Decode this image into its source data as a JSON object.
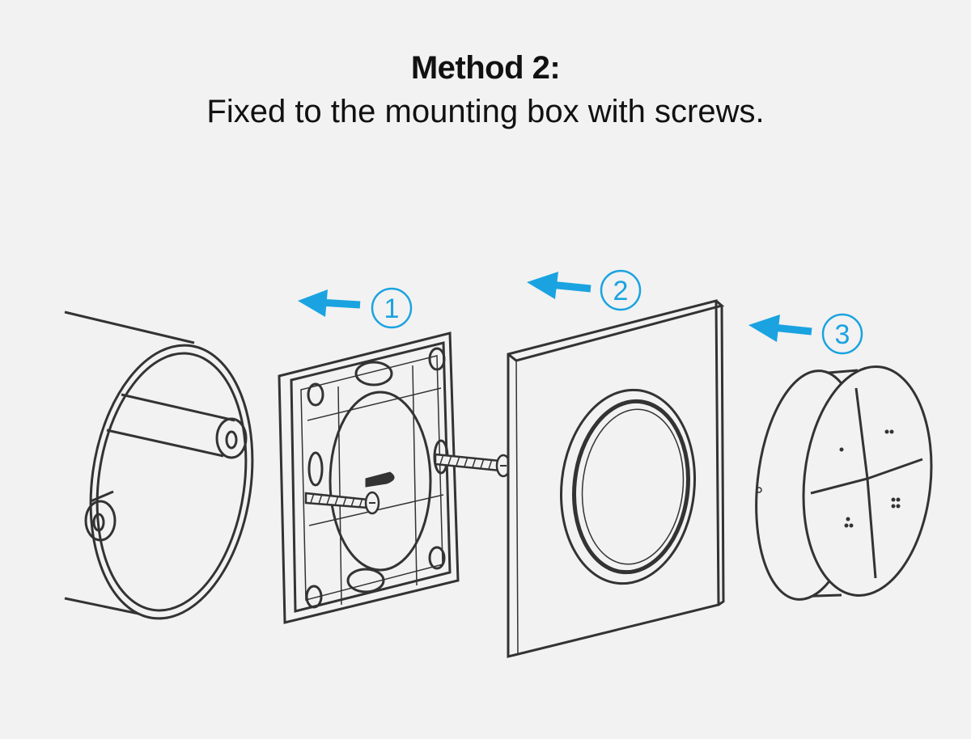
{
  "header": {
    "title": "Method 2:",
    "subtitle": "Fixed to the mounting box with screws."
  },
  "steps": [
    {
      "number": "1"
    },
    {
      "number": "2"
    },
    {
      "number": "3"
    }
  ],
  "colors": {
    "background": "#f2f2f2",
    "arrow": "#1aa3e0",
    "line": "#333333"
  },
  "icons": {
    "mounting_box": "mounting-box-icon",
    "mounting_bracket": "mounting-bracket-icon",
    "screw": "screw-icon",
    "cover_frame": "cover-frame-icon",
    "remote_button": "remote-button-icon",
    "direction_arrow": "arrow-left-icon"
  }
}
